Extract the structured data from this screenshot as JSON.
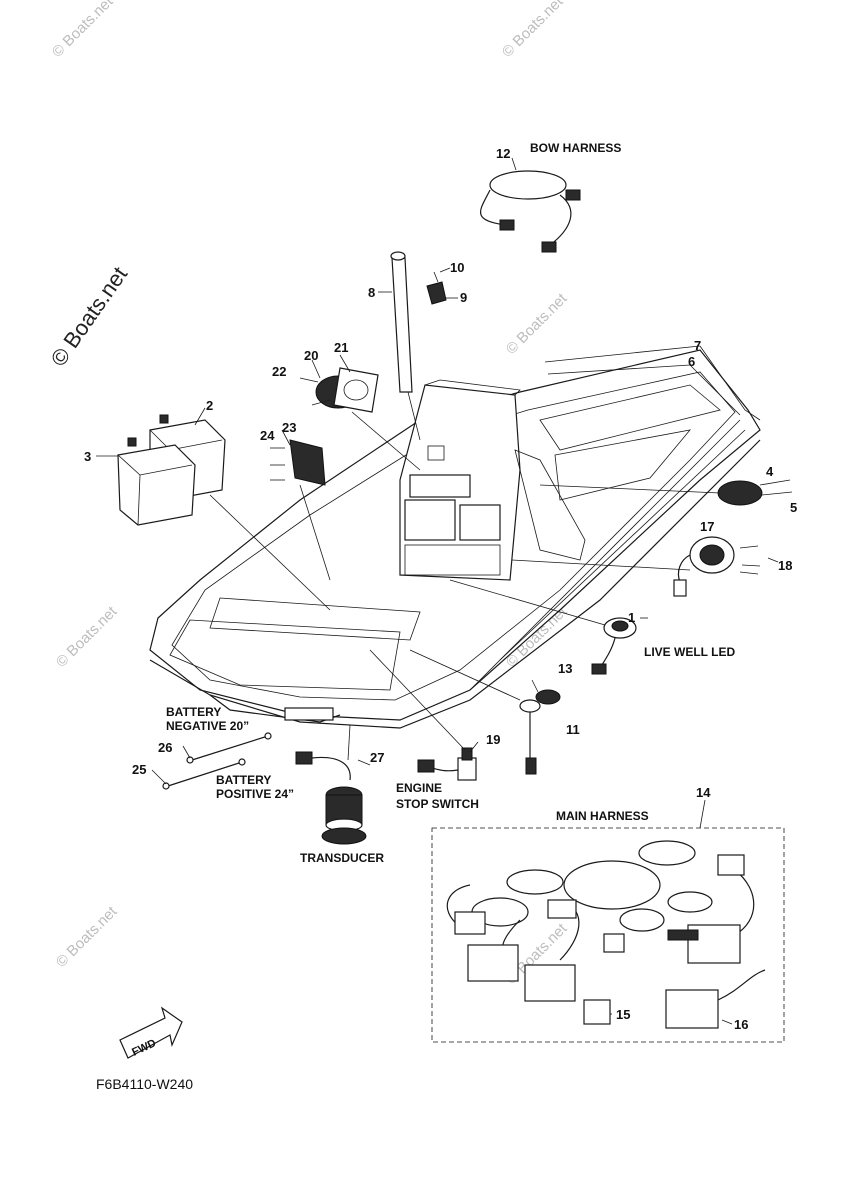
{
  "watermark": {
    "small": "© Boats.net",
    "large": "© Boats.net"
  },
  "labels": {
    "bow_harness": "BOW HARNESS",
    "live_well_led": "LIVE WELL LED",
    "battery_negative_line1": "BATTERY",
    "battery_negative_line2": "NEGATIVE 20”",
    "battery_positive_line1": "BATTERY",
    "battery_positive_line2": "POSITIVE 24”",
    "engine_stop_line1": "ENGINE",
    "engine_stop_line2": "STOP SWITCH",
    "transducer": "TRANSDUCER",
    "main_harness": "MAIN HARNESS",
    "fwd": "FWD",
    "diagram_code": "F6B4110-W240"
  },
  "callouts": {
    "n1": "1",
    "n2": "2",
    "n3": "3",
    "n4": "4",
    "n5": "5",
    "n6": "6",
    "n7": "7",
    "n8": "8",
    "n9": "9",
    "n10": "10",
    "n11": "11",
    "n12": "12",
    "n13": "13",
    "n14": "14",
    "n15": "15",
    "n16": "16",
    "n17": "17",
    "n18": "18",
    "n19": "19",
    "n20": "20",
    "n21": "21",
    "n22": "22",
    "n23": "23",
    "n24": "24",
    "n25": "25",
    "n26": "26",
    "n27": "27"
  }
}
